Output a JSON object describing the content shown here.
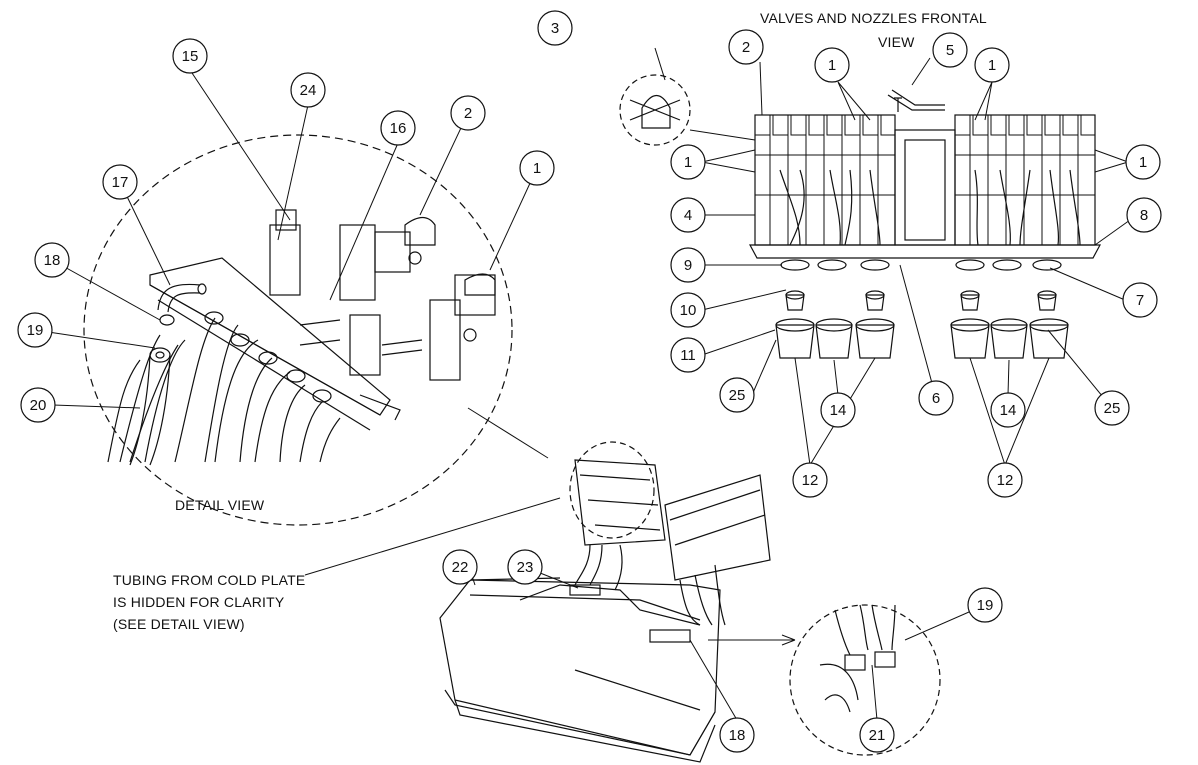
{
  "texts": {
    "frontal_title_1": "VALVES AND NOZZLES FRONTAL",
    "frontal_title_2": "VIEW",
    "detail_view": "DETAIL VIEW",
    "tubing_note_1": "TUBING FROM COLD PLATE",
    "tubing_note_2": "IS HIDDEN FOR CLARITY",
    "tubing_note_3": "(SEE DETAIL VIEW)"
  },
  "callouts": [
    {
      "id": "c3",
      "label": "3"
    },
    {
      "id": "c2a",
      "label": "2"
    },
    {
      "id": "c5",
      "label": "5"
    },
    {
      "id": "c1a",
      "label": "1"
    },
    {
      "id": "c1b",
      "label": "1"
    },
    {
      "id": "c1c",
      "label": "1"
    },
    {
      "id": "c1d",
      "label": "1"
    },
    {
      "id": "c4",
      "label": "4"
    },
    {
      "id": "c8",
      "label": "8"
    },
    {
      "id": "c9",
      "label": "9"
    },
    {
      "id": "c10",
      "label": "10"
    },
    {
      "id": "c7",
      "label": "7"
    },
    {
      "id": "c11",
      "label": "11"
    },
    {
      "id": "c25a",
      "label": "25"
    },
    {
      "id": "c14a",
      "label": "14"
    },
    {
      "id": "c6",
      "label": "6"
    },
    {
      "id": "c14b",
      "label": "14"
    },
    {
      "id": "c25b",
      "label": "25"
    },
    {
      "id": "c12a",
      "label": "12"
    },
    {
      "id": "c12b",
      "label": "12"
    },
    {
      "id": "c15",
      "label": "15"
    },
    {
      "id": "c24",
      "label": "24"
    },
    {
      "id": "c16",
      "label": "16"
    },
    {
      "id": "c2b",
      "label": "2"
    },
    {
      "id": "c17",
      "label": "17"
    },
    {
      "id": "c1e",
      "label": "1"
    },
    {
      "id": "c18a",
      "label": "18"
    },
    {
      "id": "c19a",
      "label": "19"
    },
    {
      "id": "c20",
      "label": "20"
    },
    {
      "id": "c22",
      "label": "22"
    },
    {
      "id": "c23",
      "label": "23"
    },
    {
      "id": "c19b",
      "label": "19"
    },
    {
      "id": "c18b",
      "label": "18"
    },
    {
      "id": "c21",
      "label": "21"
    }
  ]
}
